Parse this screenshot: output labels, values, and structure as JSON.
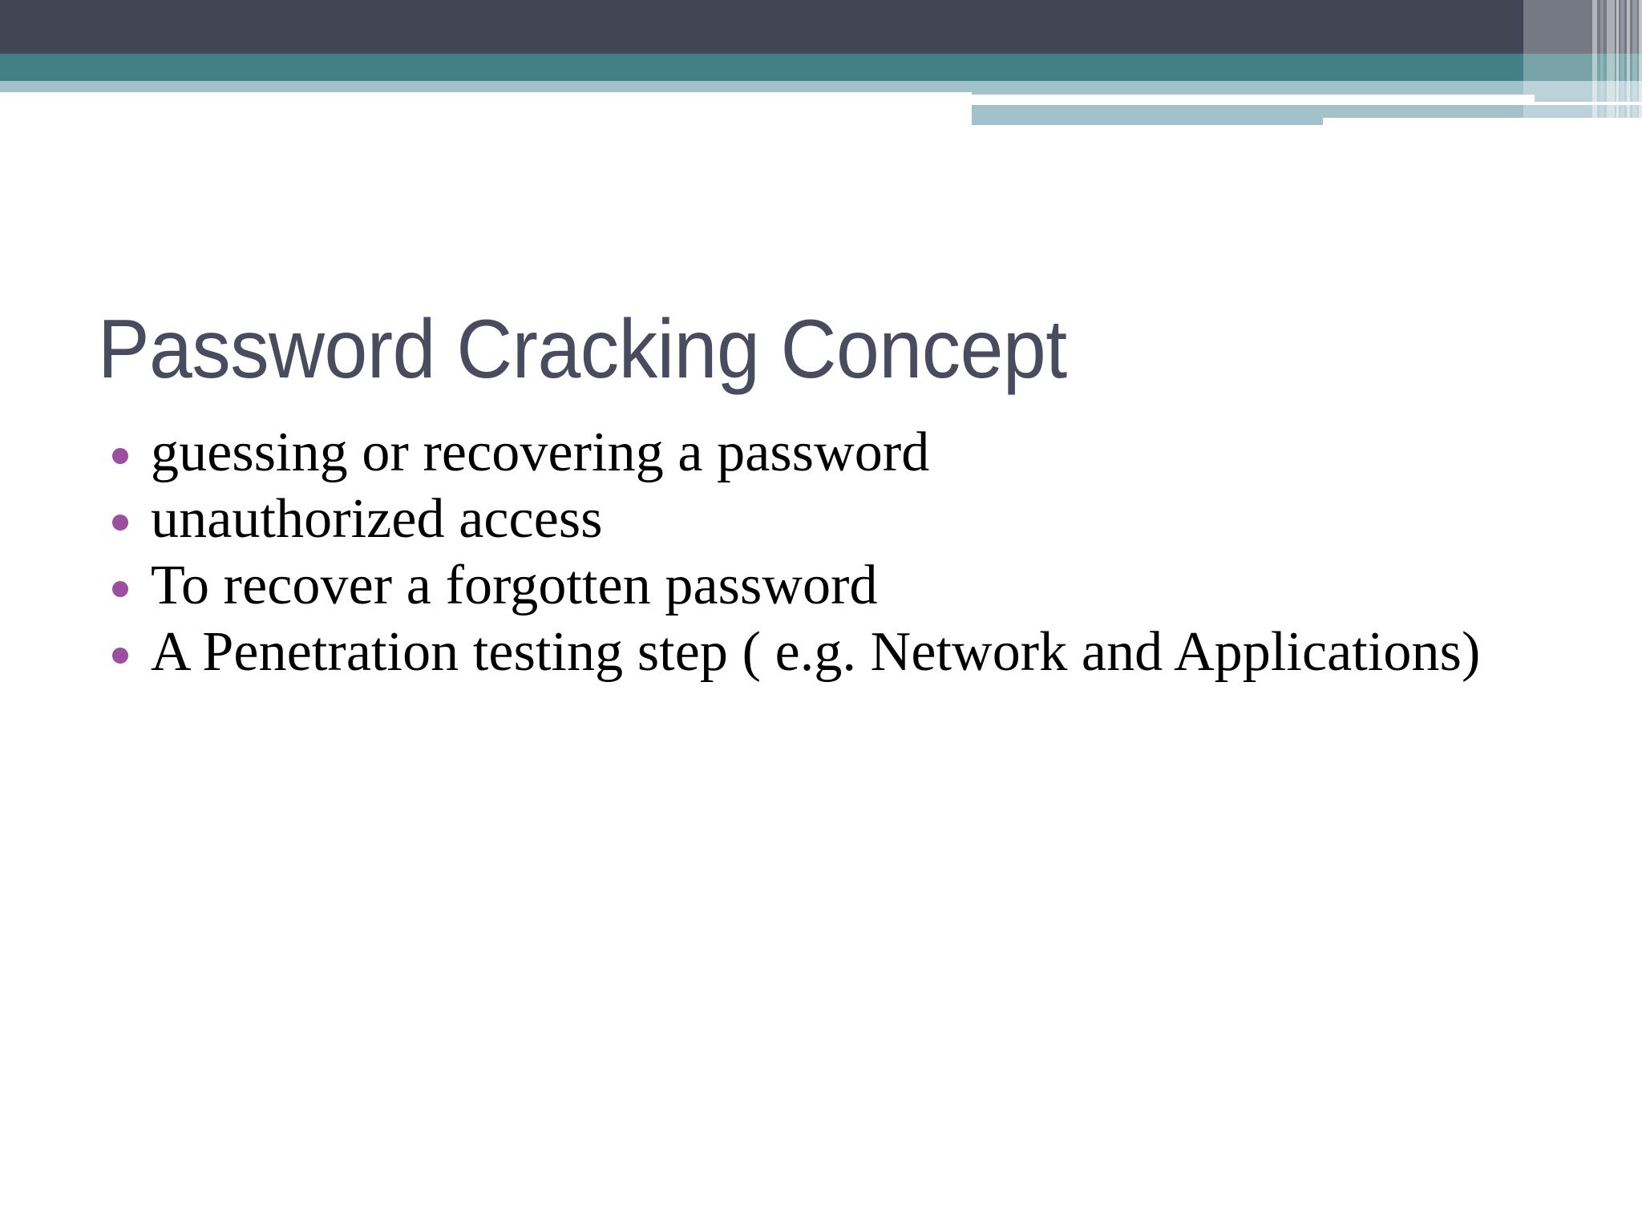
{
  "slide": {
    "title": "Password Cracking Concept",
    "bullets": [
      "guessing or recovering a password",
      "unauthorized access",
      "To recover a forgotten password",
      "A Penetration testing step ( e.g. Network and Applications)"
    ]
  },
  "theme": {
    "dark_band": "#414655",
    "teal_band": "#438086",
    "pale_band": "#a2c1cb",
    "title_color": "#494c5e",
    "bullet_color": "#9b4f9e",
    "body_color": "#000000",
    "background": "#ffffff"
  }
}
